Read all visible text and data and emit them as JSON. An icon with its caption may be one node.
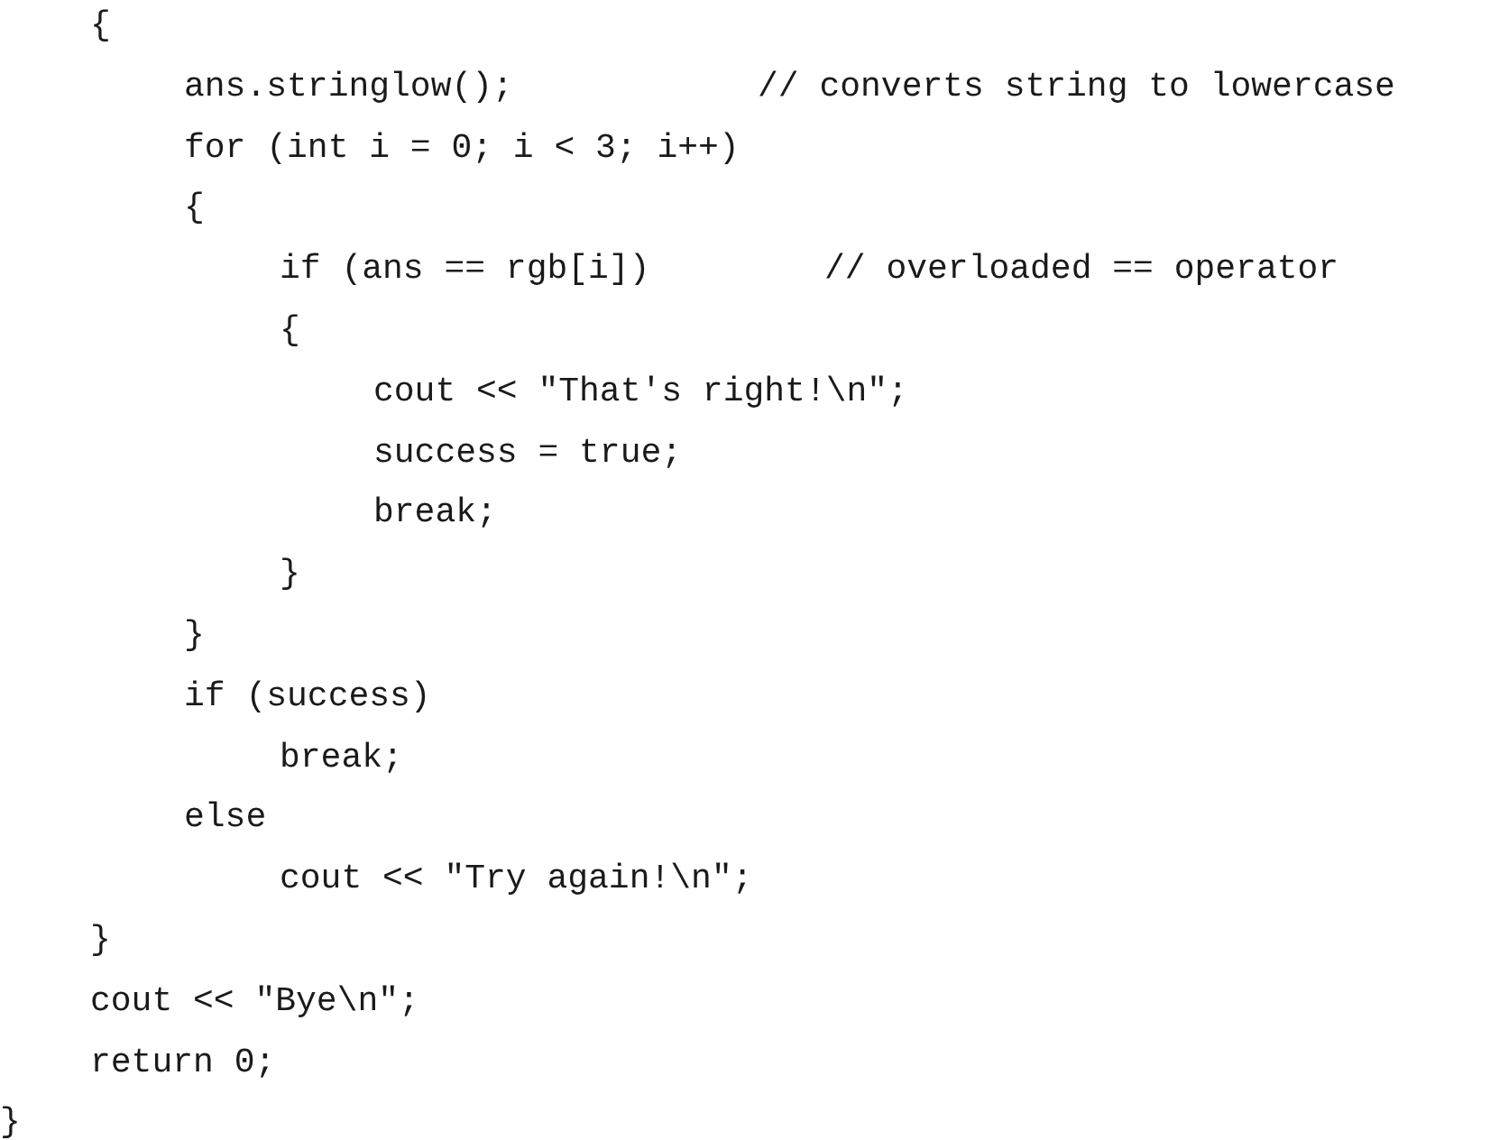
{
  "diagram": {
    "labels": [
      "{",
      "ans.stringlow();",
      "// converts string to lowercase",
      "for (int i = 0; i < 3; i++)",
      "{",
      "if (ans == rgb[i])",
      "// overloaded == operator",
      "{",
      "cout << \"That's right!\\n\";",
      "success = true;",
      "break;",
      "}",
      "}",
      "if (success)",
      "break;",
      "else",
      "cout << \"Try again!\\n\";",
      "}",
      "cout << \"Bye\\n\";",
      "return 0;",
      "}"
    ]
  }
}
